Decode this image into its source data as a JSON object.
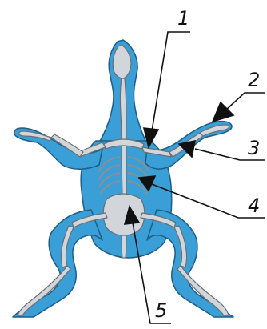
{
  "figure": {
    "labels": [
      "1",
      "2",
      "3",
      "4",
      "5"
    ]
  },
  "colors": {
    "body_fill": "#3a9fd6",
    "body_outline": "#1d5d86",
    "bone_fill": "#d2d6da",
    "bone_outline": "#6a6f74",
    "pointer": "#111111"
  }
}
